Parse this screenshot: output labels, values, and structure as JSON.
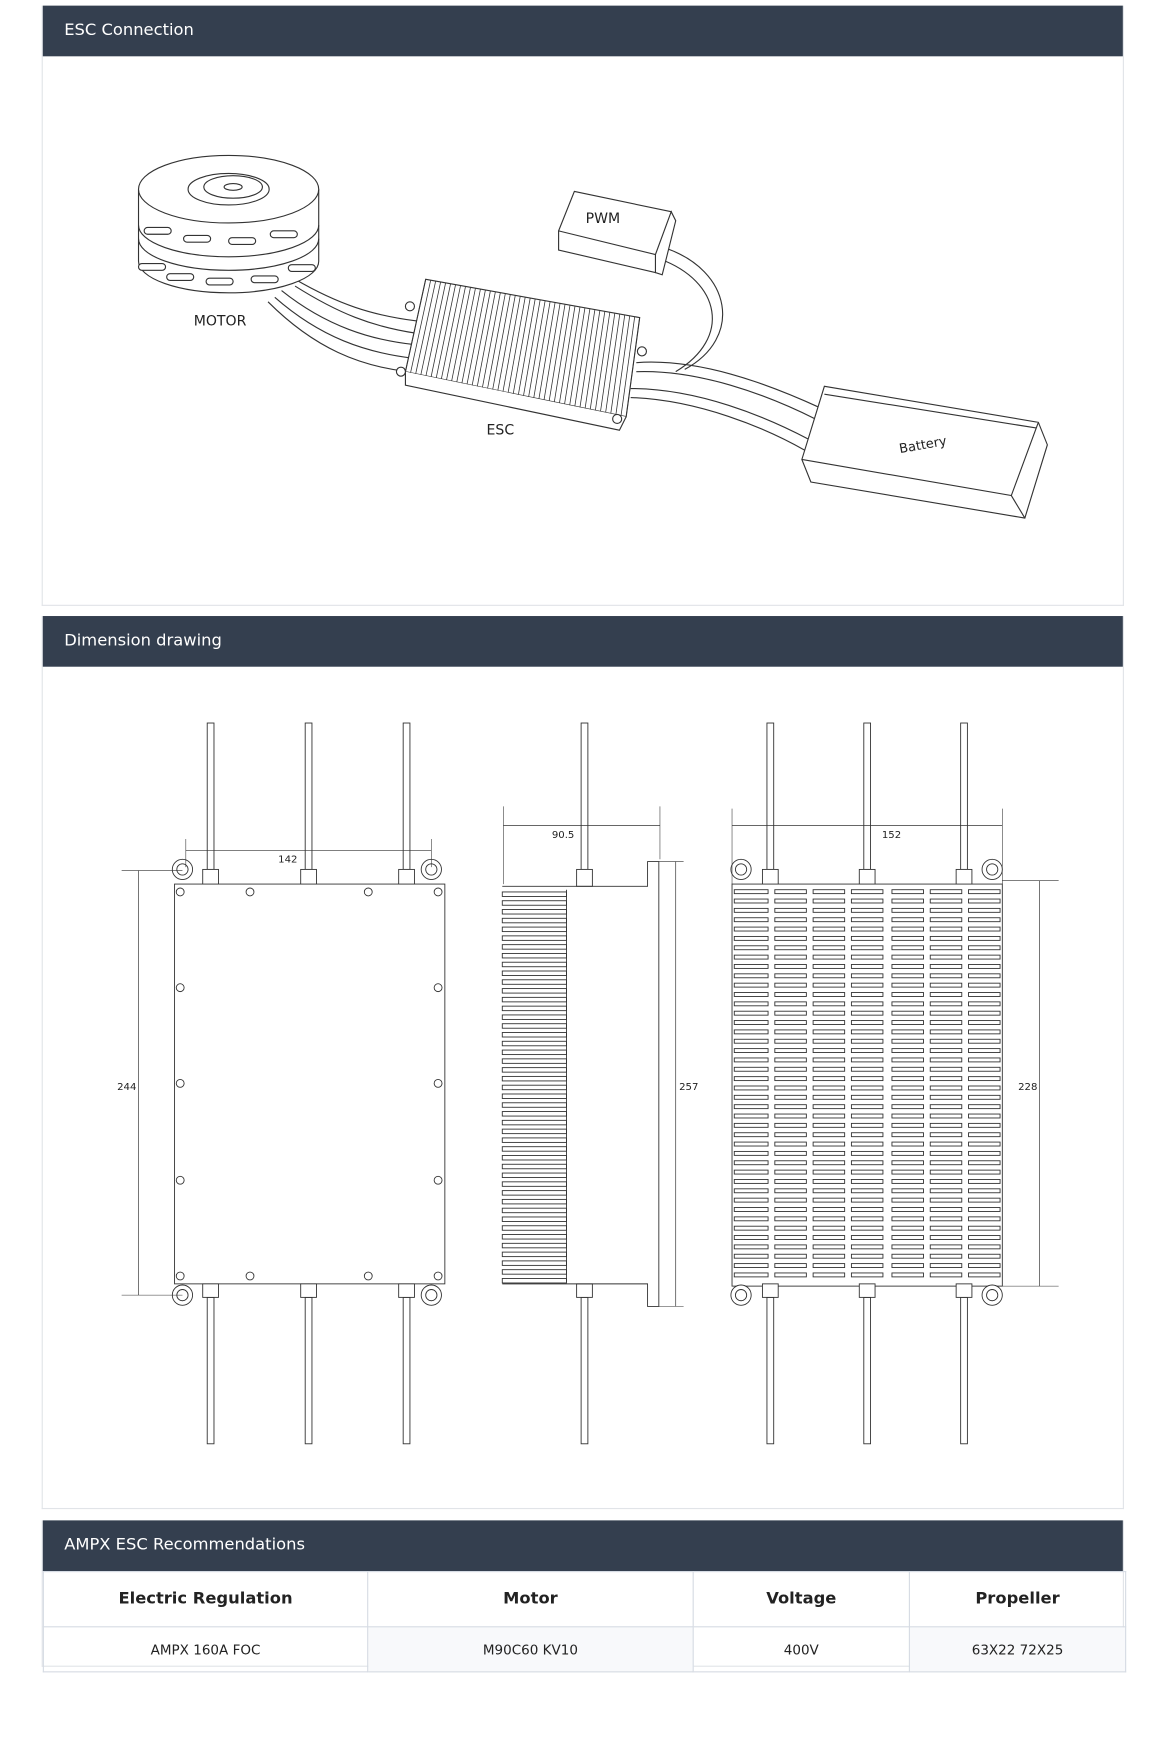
{
  "sections": {
    "connection": {
      "title": "ESC Connection",
      "labels": {
        "motor": "MOTOR",
        "esc": "ESC",
        "pwm": "PWM",
        "battery": "Battery"
      }
    },
    "dimension": {
      "title": "Dimension drawing",
      "dims": {
        "width_front": "142",
        "height_front": "244",
        "depth_side": "90.5",
        "height_side": "257",
        "width_back": "152",
        "height_back": "228"
      }
    },
    "recommendations": {
      "title": "AMPX ESC Recommendations",
      "headers": [
        "Electric Regulation",
        "Motor",
        "Voltage",
        "Propeller"
      ],
      "rows": [
        [
          "AMPX 160A FOC",
          "M90C60 KV10",
          "400V",
          "63X22  72X25"
        ]
      ]
    }
  },
  "colors": {
    "header_bg": "#343f4f",
    "header_text": "#ffffff",
    "border": "#d6dbe3"
  }
}
